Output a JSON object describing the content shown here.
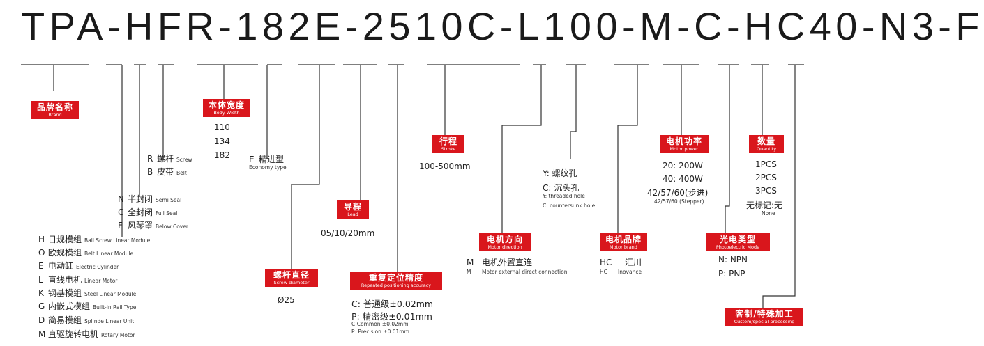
{
  "model_code": "TPA-HFR-182E-2510C-L100-M-C-HC40-N3-F",
  "brand": {
    "zh": "品牌名称",
    "en": "Brand"
  },
  "body_width": {
    "zh": "本体宽度",
    "en": "Body Width",
    "values": [
      "110",
      "134",
      "182"
    ]
  },
  "drive": {
    "items": [
      {
        "key": "R",
        "zh": "螺杆",
        "en": "Screw"
      },
      {
        "key": "B",
        "zh": "皮带",
        "en": "Belt"
      }
    ]
  },
  "series": {
    "key": "E",
    "zh": "精进型",
    "en": "Economy type"
  },
  "seal": {
    "items": [
      {
        "key": "N",
        "zh": "半封闭",
        "en": "Semi Seal"
      },
      {
        "key": "C",
        "zh": "全封闭",
        "en": "Full Seal"
      },
      {
        "key": "F",
        "zh": "风琴罩",
        "en": "Below Cover"
      }
    ]
  },
  "module_type": {
    "items": [
      {
        "key": "H",
        "zh": "日规模组",
        "en": "Ball Screw Linear Module"
      },
      {
        "key": "O",
        "zh": "欧规模组",
        "en": "Belt Linear Module"
      },
      {
        "key": "E",
        "zh": "电动缸",
        "en": "Electric Cylinder"
      },
      {
        "key": "L",
        "zh": "直线电机",
        "en": "Linear Motor"
      },
      {
        "key": "K",
        "zh": "钢基模组",
        "en": "Steel Linear Module"
      },
      {
        "key": "G",
        "zh": "内嵌式模组",
        "en": "Built-in Rail Type"
      },
      {
        "key": "D",
        "zh": "简易模组",
        "en": "Splinde Linear Unit"
      },
      {
        "key": "M",
        "zh": "直驱旋转电机",
        "en": "Rotary Motor"
      }
    ]
  },
  "screw_diameter": {
    "zh": "螺杆直径",
    "en": "Screw diameter",
    "value": "Ø25"
  },
  "lead": {
    "zh": "导程",
    "en": "Lead",
    "value": "05/10/20mm"
  },
  "accuracy": {
    "zh": "重复定位精度",
    "en": "Repeated positioning accuracy",
    "lines": [
      "C: 普通级±0.02mm",
      "P: 精密级±0.01mm"
    ],
    "en_lines": [
      "C:Common ±0.02mm",
      "P: Precision ±0.01mm"
    ]
  },
  "stroke": {
    "zh": "行程",
    "en": "Stroke",
    "value": "100-500mm"
  },
  "motor_direction": {
    "zh": "电机方向",
    "en": "Motor direction",
    "key": "M",
    "value_zh": "电机外置直连",
    "sub_key": "M",
    "value_en": "Motor external direct connection"
  },
  "hole_type": {
    "lines": [
      "Y: 螺纹孔",
      "C: 沉头孔"
    ],
    "en_lines": [
      "Y: threaded hole",
      "C: countersunk hole"
    ]
  },
  "motor_brand": {
    "zh": "电机品牌",
    "en": "Motor brand",
    "key": "HC",
    "value_zh": "汇川",
    "sub_key": "HC",
    "value_en": "Inovance"
  },
  "motor_power": {
    "zh": "电机功率",
    "en": "Motor power",
    "lines": [
      "20: 200W",
      "40: 400W",
      "42/57/60(步进)"
    ],
    "en_line": "42/57/60 (Stepper)"
  },
  "photo_mode": {
    "zh": "光电类型",
    "en": "Photoelectric Mode",
    "lines": [
      "N: NPN",
      "P: PNP"
    ]
  },
  "quantity": {
    "zh": "数量",
    "en": "Quantity",
    "lines": [
      "1PCS",
      "2PCS",
      "3PCS",
      "无标记:无"
    ],
    "en_line": "None"
  },
  "custom": {
    "zh": "客制/特殊加工",
    "en": "Custom/special processing"
  },
  "colors": {
    "badge": "#d9161c",
    "line": "#333333",
    "text": "#222222"
  }
}
